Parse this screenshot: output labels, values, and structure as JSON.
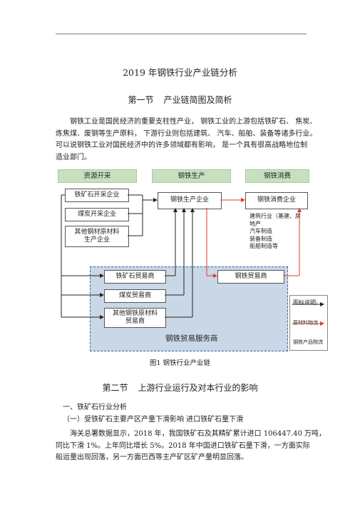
{
  "doc": {
    "title": "2019 年钢铁行业产业链分析",
    "section1_label": "第一节",
    "section1_title": "产业链简图及简析",
    "para1_lines": [
      "钢铁工业是国民经济的重要支柱性产业，   钢铁工业的上游包括铁矿石、  焦炭、",
      "炼焦煤、废钢等生产原料，  下游行业则包括建筑、  汽车、船舶、装备等诸多行业。",
      "可以说钢铁工业对国民经济中的许多领域都有影响，    是一个具有很高战略地位制",
      "造业部门。"
    ],
    "figure_caption": "图1  钢铁行业产业链",
    "section2_label": "第二节",
    "section2_title": "上游行业运行及对本行业的影响",
    "sub1": "一、铁矿石行业分析",
    "sub2": "（一）受铁矿石主要产区产量下滑影响      进口铁矿石量下滑",
    "para2_lines": [
      "海关总署数据显示，2018 年，我国铁矿石及其精矿累计进口    106447.40 万吨，",
      "同比下滑  1%。上年同比增长   5%。2018 年中国进口铁矿石量下滑，一方面实际",
      "船运量出现回落，另一方面巴西等主产矿区矿产量明显回落。"
    ]
  },
  "diagram": {
    "headers": {
      "h1": "资源开采",
      "h2": "钢铁生产",
      "h3": "钢铁消费"
    },
    "boxes": {
      "b1": "铁矿石开采企业",
      "b2": "煤炭开采企业",
      "b3": "其他钢材原材料\n生产企业",
      "b4": "钢铁生产企业",
      "b5": "钢铁消费企业",
      "b6": "铁矿石贸易商",
      "b7": "煤炭贸易商",
      "b8": "其他钢铁原材料\n贸易商",
      "b9": "钢铁贸易商"
    },
    "consumer_list": "建筑行业（基建、房\n地产\n汽车制造\n装备制造\n船舶制造等",
    "region_label": "钢铁贸易服务商",
    "legend": {
      "title": "图标说明:",
      "raw": "原材料物流",
      "product": "钢铁产品物流"
    },
    "colors": {
      "raw_flow": "#222222",
      "product_flow": "#e03a2c",
      "header_fill": "#c7e1bf",
      "region_fill": "#c9d7e6",
      "region_border": "#3f66a3"
    }
  }
}
